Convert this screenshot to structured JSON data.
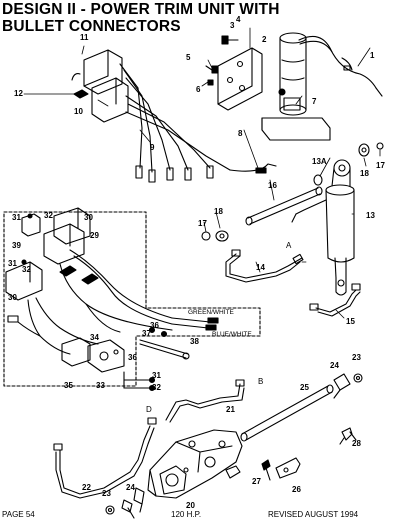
{
  "title": {
    "line1": "DESIGN II - POWER TRIM UNIT WITH",
    "line2": "BULLET CONNECTORS"
  },
  "footer": {
    "page": "PAGE 54",
    "model": "120 H.P.",
    "revised": "REVISED AUGUST 1994"
  },
  "callouts": {
    "n1": "1",
    "n2": "2",
    "n3": "3",
    "n4": "4",
    "n5": "5",
    "n6": "6",
    "n7": "7",
    "n8": "8",
    "n9": "9",
    "n10": "10",
    "n11": "11",
    "n12": "12",
    "n13": "13",
    "n13a": "13A",
    "n14": "14",
    "n15": "15",
    "n16": "16",
    "n17a": "17",
    "n17b": "17",
    "n18a": "18",
    "n18b": "18",
    "n20": "20",
    "n21": "21",
    "n22": "22",
    "n23a": "23",
    "n23b": "23",
    "n24a": "24",
    "n24b": "24",
    "n25": "25",
    "n26": "26",
    "n27": "27",
    "n28": "28",
    "n29": "29",
    "n30a": "30",
    "n30b": "30",
    "n31a": "31",
    "n31b": "31",
    "n31c": "31",
    "n32a": "32",
    "n32b": "32",
    "n32c": "32",
    "n33": "33",
    "n34": "34",
    "n35": "35",
    "n36a": "36",
    "n36b": "36",
    "n37": "37",
    "n38": "38",
    "n39": "39"
  },
  "letters": {
    "a": "A",
    "b": "B",
    "d": "D"
  },
  "wire_labels": {
    "green_white": "GREEN/WHITE",
    "blue_white": "BLUE/WHITE"
  }
}
